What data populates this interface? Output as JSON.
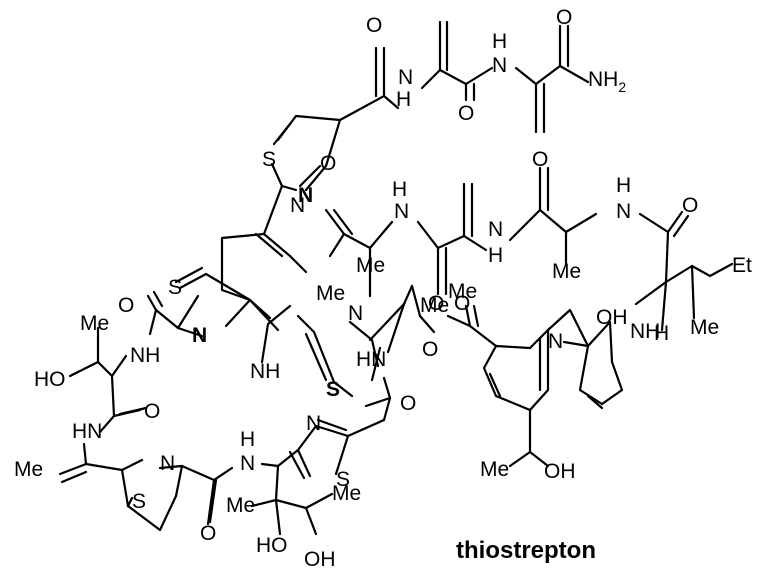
{
  "compound_name": "thiostrepton",
  "atoms": {
    "o_top1": "O",
    "h_n1": "H",
    "n1": "N",
    "o_top2": "O",
    "h_n2": "H",
    "n2": "N",
    "o_top3": "O",
    "nh2_n": "NH",
    "nh2_sub": "2",
    "s_thz1": "S",
    "n_thz1": "N",
    "n_pip": "N",
    "o_mid1": "O",
    "h_n3": "H",
    "n3": "N",
    "o_mid2": "O",
    "o_mid3": "O",
    "n4": "N",
    "h_n4": "H",
    "h_n5": "H",
    "n5": "N",
    "o_mid4": "O",
    "et": "Et",
    "s_thz2": "S",
    "n_thz2": "N",
    "nh_bridge": "NH",
    "n_thz3": "N",
    "s_thz3": "S",
    "me1": "Me",
    "me2": "Me",
    "me3": "Me",
    "me4": "Me",
    "oh1": "OH",
    "nh6": "NH",
    "h6": "H",
    "me5": "Me",
    "me6": "Me",
    "o_lac": "O",
    "o_ester": "O",
    "n_quin": "N",
    "o_b1": "O",
    "nh_b1": "NH",
    "ho1": "HO",
    "me7": "Me",
    "hn_b2": "HN",
    "hn_b3": "HN",
    "o_b2": "O",
    "o_b3": "O",
    "me_v": "Me",
    "n_thl": "N",
    "s_thl": "S",
    "n_b4": "N",
    "h_b4": "H",
    "n_thz4": "N",
    "s_thz4": "S",
    "o_thz4": "O",
    "me8": "Me",
    "me9": "Me",
    "ho2": "HO",
    "oh2": "OH",
    "me10": "Me",
    "oh3": "OH"
  }
}
